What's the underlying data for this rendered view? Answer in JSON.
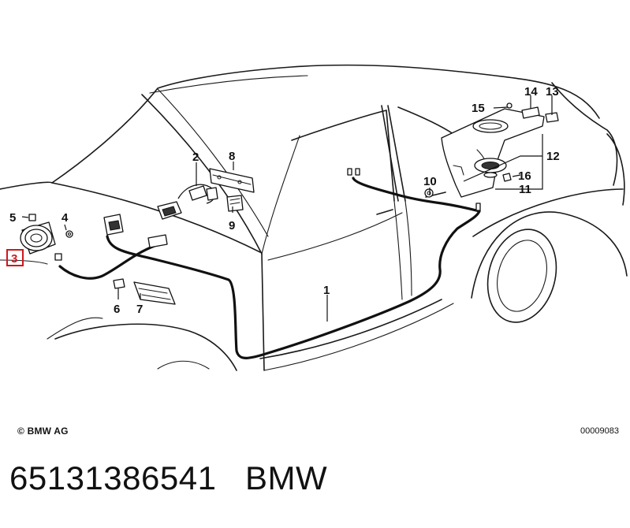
{
  "callouts": [
    "1",
    "2",
    "3",
    "4",
    "5",
    "6",
    "7",
    "8",
    "9",
    "10",
    "11",
    "12",
    "13",
    "14",
    "15",
    "16"
  ],
  "highlighted_callout": "3",
  "copyright": "© BMW AG",
  "document_number": "00009083",
  "caption": "65131386541   BMW",
  "colors": {
    "highlight": "#d0171f",
    "line": "#111111",
    "background": "#ffffff"
  }
}
